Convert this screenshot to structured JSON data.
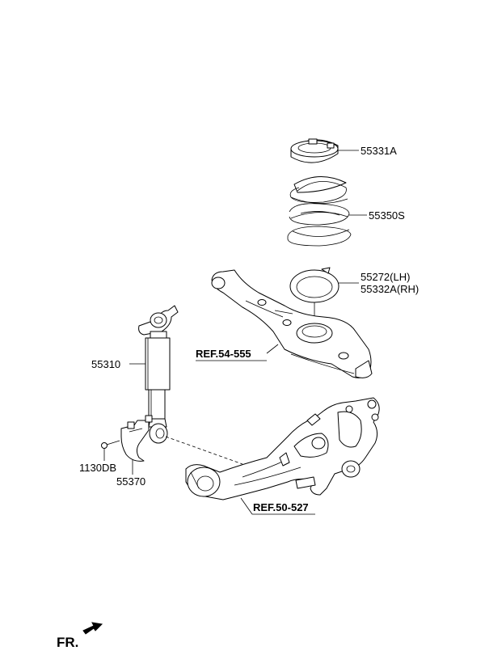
{
  "parts": {
    "spring_seat_upper": "55331A",
    "coil_spring": "55350S",
    "spring_pad_lh": "55272(LH)",
    "spring_pad_rh": "55332A(RH)",
    "shock_absorber": "55310",
    "bolt": "1130DB",
    "bracket": "55370"
  },
  "refs": {
    "lower_arm": "REF.54-555",
    "carrier": "REF.50-527"
  },
  "direction": {
    "front_label": "FR."
  }
}
